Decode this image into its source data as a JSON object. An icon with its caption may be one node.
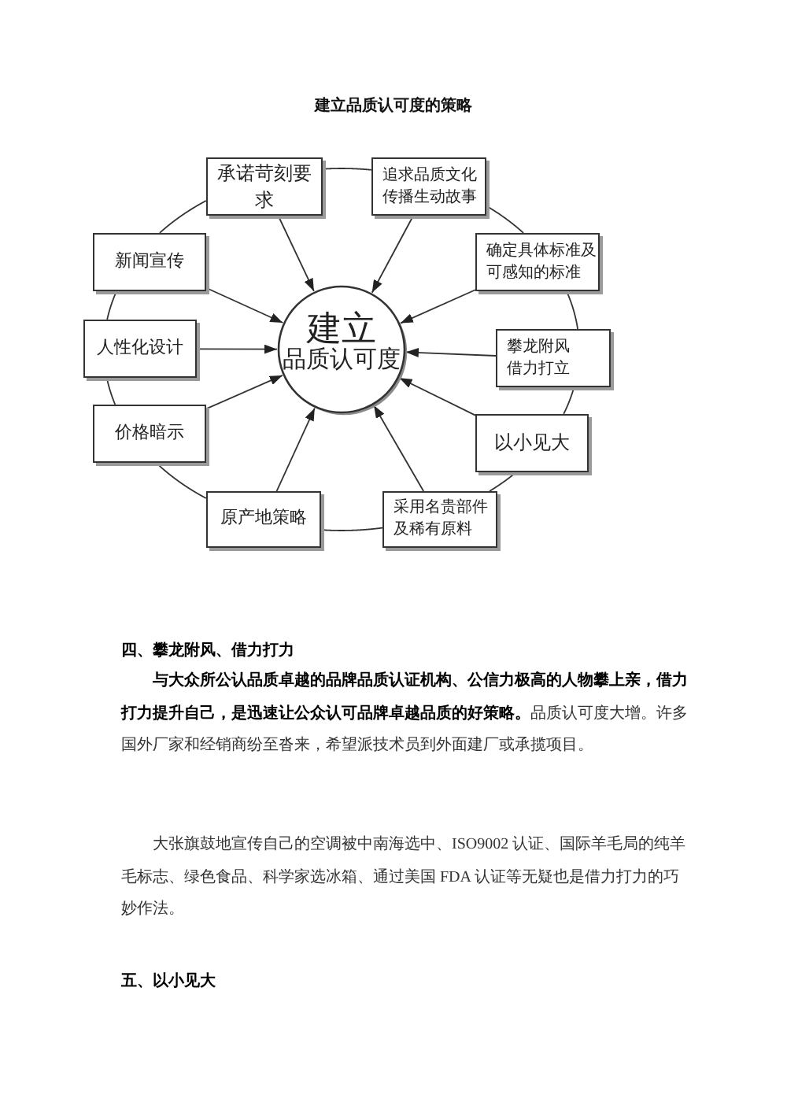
{
  "diagram": {
    "title": "建立品质认可度的策略",
    "nodes": [
      {
        "text": [
          "承诺苛刻要求"
        ]
      },
      {
        "text": [
          "追求品质文化传播生动故事"
        ]
      },
      {
        "text": [
          "新闻宣传"
        ]
      },
      {
        "text": [
          "确定具体标准及可感知的标准"
        ]
      },
      {
        "text": [
          "建立",
          "品质认可度"
        ]
      },
      {
        "text": [
          "人性化设计"
        ]
      },
      {
        "text": [
          "攀龙附风借力打立"
        ]
      },
      {
        "text": [
          "价格暗示"
        ]
      },
      {
        "text": [
          "以小见大"
        ]
      },
      {
        "text": [
          "原产地策略"
        ]
      },
      {
        "text": [
          "采用名贵部件及稀有原料"
        ]
      }
    ],
    "edges": [
      {
        "from": 0,
        "to": 4,
        "arrow": "to"
      },
      {
        "from": 1,
        "to": 4,
        "arrow": "to"
      },
      {
        "from": 2,
        "to": 4,
        "arrow": "to"
      },
      {
        "from": 3,
        "to": 4,
        "arrow": "to"
      },
      {
        "from": 5,
        "to": 4,
        "arrow": "to"
      },
      {
        "from": 6,
        "to": 4,
        "arrow": "to"
      },
      {
        "from": 7,
        "to": 4,
        "arrow": "to"
      },
      {
        "from": 8,
        "to": 4,
        "arrow": "to"
      },
      {
        "from": 9,
        "to": 4,
        "arrow": "to"
      },
      {
        "from": 10,
        "to": 4,
        "arrow": "to"
      },
      {
        "from": 0,
        "to": 1,
        "arrow": "none"
      },
      {
        "from": 1,
        "to": 3,
        "arrow": "none"
      },
      {
        "from": 3,
        "to": 6,
        "arrow": "none"
      },
      {
        "from": 6,
        "to": 8,
        "arrow": "none"
      },
      {
        "from": 8,
        "to": 10,
        "arrow": "none"
      },
      {
        "from": 10,
        "to": 9,
        "arrow": "none"
      },
      {
        "from": 9,
        "to": 7,
        "arrow": "none"
      },
      {
        "from": 7,
        "to": 5,
        "arrow": "none"
      },
      {
        "from": 5,
        "to": 2,
        "arrow": "none"
      },
      {
        "from": 2,
        "to": 0,
        "arrow": "none"
      }
    ],
    "labels": [
      "四、攀龙附风、借力打力",
      "**与大众所公认品质卓越的品牌品质认证机构、公信力极高的人物攀上亲，借力打力提升自己，是迅速让公众认可品牌卓越品质的好策略。**品质认可度大增。许多国外厂家和经销商纷至沓来，希望派技术员到外面建厂或承揽项目。",
      "大张旗鼓地宣传自己的空调被中南海选中、ISO9002 认证、国际羊毛局的纯羊毛标志、绿色食品、科学家选冰箱、通过美国 FDA 认证等无疑也是借力打力的巧妙作法。",
      "五、以小见大"
    ]
  }
}
